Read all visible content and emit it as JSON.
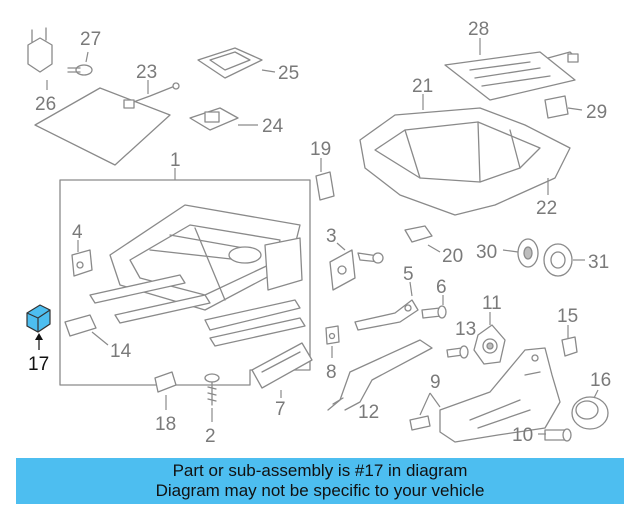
{
  "diagram": {
    "callouts": [
      "1",
      "2",
      "3",
      "4",
      "5",
      "6",
      "7",
      "8",
      "9",
      "10",
      "11",
      "12",
      "13",
      "14",
      "15",
      "16",
      "17",
      "18",
      "19",
      "20",
      "21",
      "22",
      "23",
      "24",
      "25",
      "26",
      "27",
      "28",
      "29",
      "30",
      "31"
    ],
    "highlighted_part": "17",
    "highlight_color": "#4dbef0"
  },
  "banner": {
    "line1": "Part or sub-assembly is #17 in diagram",
    "line2": "Diagram may not be specific to your vehicle",
    "background": "#4dbef0"
  }
}
